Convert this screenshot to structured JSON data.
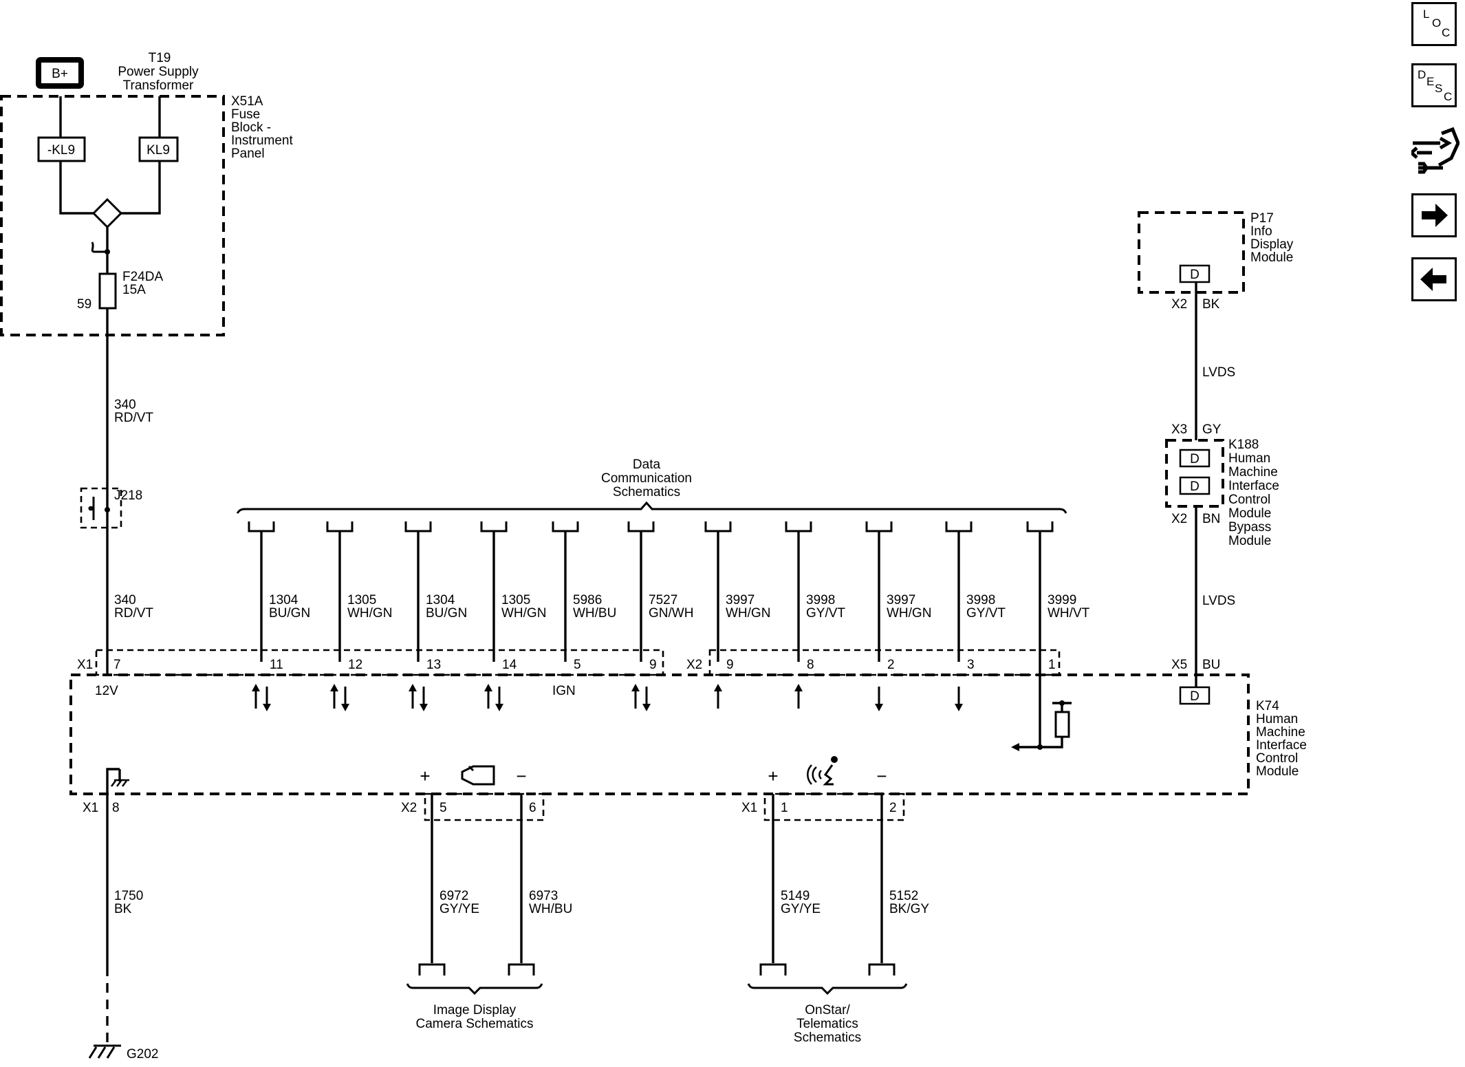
{
  "nav": {
    "loc": [
      "L",
      "O",
      "C"
    ],
    "desc": [
      "D",
      "E",
      "S",
      "C"
    ]
  },
  "power": {
    "battery": "B+",
    "t19": [
      "T19",
      "Power Supply",
      "Transformer"
    ],
    "kl9_neg": "-KL9",
    "kl9": "KL9",
    "fuse": [
      "F24DA",
      "15A"
    ],
    "fuse_pin": "59",
    "j218": "J218",
    "x51a": [
      "X51A",
      "Fuse",
      "Block -",
      "Instrument",
      "Panel"
    ]
  },
  "wires": {
    "w340a": [
      "340",
      "RD/VT"
    ],
    "w340b": [
      "340",
      "RD/VT"
    ],
    "w1750": [
      "1750",
      "BK"
    ],
    "g202": "G202",
    "dcs": [
      "Data",
      "Communication",
      "Schematics"
    ],
    "bus": [
      {
        "circuit": "1304",
        "color": "BU/GN",
        "pin": "11"
      },
      {
        "circuit": "1305",
        "color": "WH/GN",
        "pin": "12"
      },
      {
        "circuit": "1304",
        "color": "BU/GN",
        "pin": "13"
      },
      {
        "circuit": "1305",
        "color": "WH/GN",
        "pin": "14"
      },
      {
        "circuit": "5986",
        "color": "WH/BU",
        "pin": "5"
      },
      {
        "circuit": "7527",
        "color": "GN/WH",
        "pin": "9"
      },
      {
        "circuit": "3997",
        "color": "WH/GN",
        "pin": "9"
      },
      {
        "circuit": "3998",
        "color": "GY/VT",
        "pin": "8"
      },
      {
        "circuit": "3997",
        "color": "WH/GN",
        "pin": "2"
      },
      {
        "circuit": "3998",
        "color": "GY/VT",
        "pin": "3"
      },
      {
        "circuit": "3999",
        "color": "WH/VT",
        "pin": "1"
      }
    ],
    "cam": [
      {
        "circuit": "6972",
        "color": "GY/YE",
        "pin": "5"
      },
      {
        "circuit": "6973",
        "color": "WH/BU",
        "pin": "6"
      }
    ],
    "onstar": [
      {
        "circuit": "5149",
        "color": "GY/YE",
        "pin": "1"
      },
      {
        "circuit": "5152",
        "color": "BK/GY",
        "pin": "2"
      }
    ],
    "cam_ref": [
      "Image Display",
      "Camera Schematics"
    ],
    "onstar_ref": [
      "OnStar/",
      "Telematics",
      "Schematics"
    ]
  },
  "k74": {
    "name": [
      "K74",
      "Human",
      "Machine",
      "Interface",
      "Control",
      "Module"
    ],
    "x1": "X1",
    "x2": "X2",
    "x5": "X5",
    "pin7": "7",
    "pin8": "8",
    "v12": "12V",
    "ign": "IGN",
    "bu": "BU",
    "d": "D",
    "plus": "+",
    "minus": "−"
  },
  "p17": {
    "name": [
      "P17",
      "Info",
      "Display",
      "Module"
    ],
    "x2": "X2",
    "bk": "BK",
    "d": "D"
  },
  "lvds": "LVDS",
  "k188": {
    "name": [
      "K188",
      "Human",
      "Machine",
      "Interface",
      "Control",
      "Module",
      "Bypass",
      "Module"
    ],
    "x3": "X3",
    "gy": "GY",
    "x2": "X2",
    "bn": "BN",
    "d": "D"
  }
}
